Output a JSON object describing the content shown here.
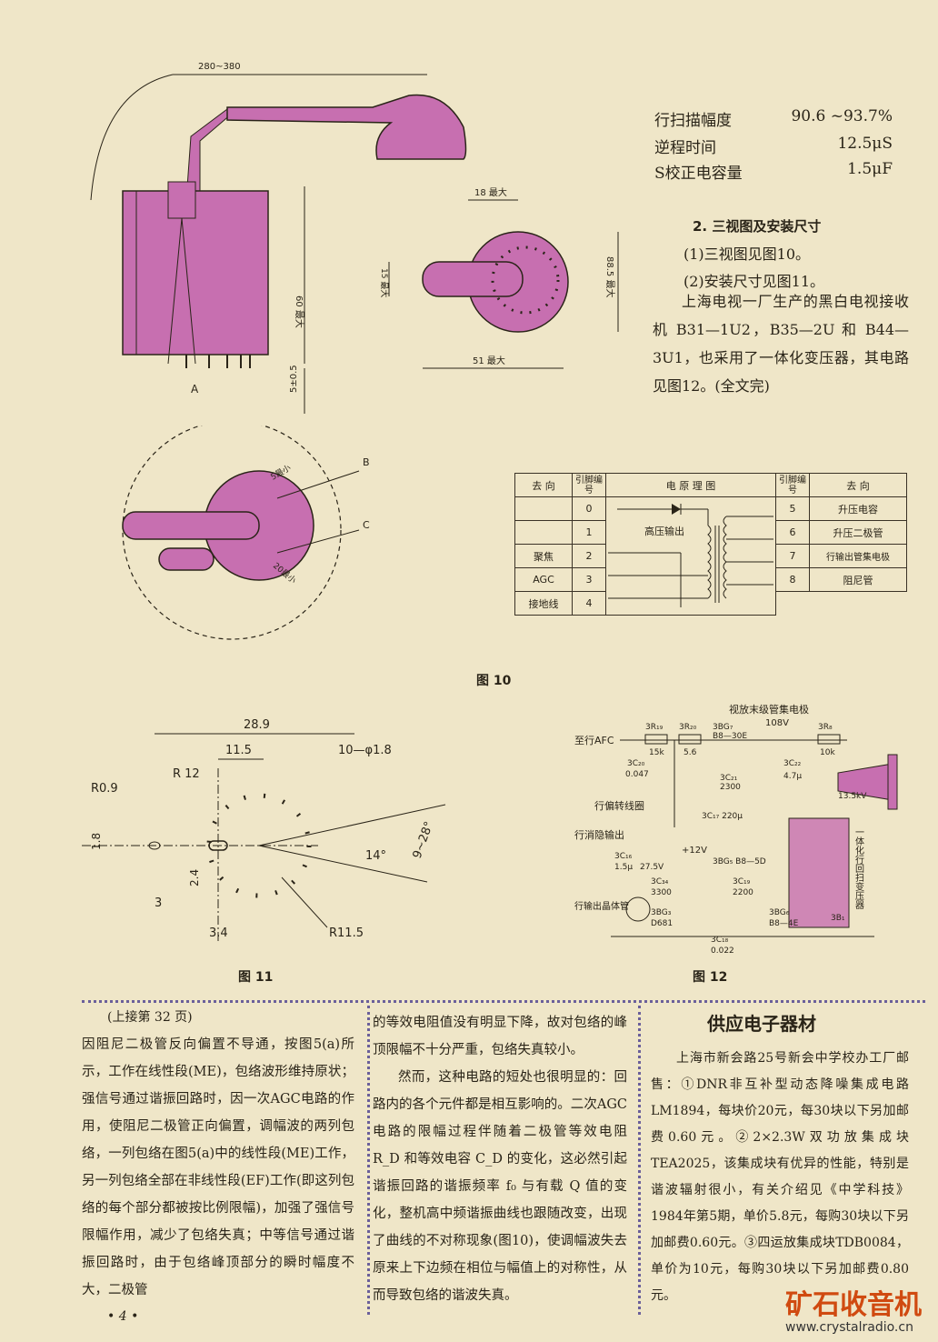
{
  "specs": [
    {
      "label": "行扫描幅度",
      "value": "90.6 ~93.7%"
    },
    {
      "label": "逆程时间",
      "value": "12.5μS"
    },
    {
      "label": "S校正电容量",
      "value": "1.5μF"
    }
  ],
  "section2": {
    "heading": "2. 三视图及安装尺寸",
    "item1": "(1)三视图见图10。",
    "item2": "(2)安装尺寸见图11。",
    "para": "上海电视一厂生产的黑白电视接收机 B31—1U2，B35—2U 和 B44—3U1，也采用了一体化变压器，其电路见图12。(全文完)"
  },
  "fig10": {
    "caption": "图 10",
    "dim_top": "280~380",
    "dim_18": "18 最大",
    "dim_15": "15 最大",
    "dim_60": "60 最大",
    "dim_5": "5±0.5",
    "dim_51": "51 最大",
    "dim_88": "88.5 最大",
    "label_A": "A",
    "label_B": "B",
    "label_C": "C",
    "dim_5max": "5最小",
    "dim_20min": "20最小"
  },
  "pin_table": {
    "h_dir": "去 向",
    "h_pin": "引脚编号",
    "h_circuit": "电 原 理 图",
    "h_pin2": "引脚编号",
    "h_dir2": "去 向",
    "hv_label": "高压输出",
    "rows_left": [
      {
        "dir": "",
        "pin": "0"
      },
      {
        "dir": "",
        "pin": "1"
      },
      {
        "dir": "聚焦",
        "pin": "2"
      },
      {
        "dir": "AGC",
        "pin": "3"
      },
      {
        "dir": "接地线",
        "pin": "4"
      }
    ],
    "rows_right": [
      {
        "pin": "5",
        "dir": "升压电容"
      },
      {
        "pin": "6",
        "dir": "升压二极管"
      },
      {
        "pin": "7",
        "dir": "行输出管集电极"
      },
      {
        "pin": "8",
        "dir": "阻尼管"
      }
    ]
  },
  "fig11": {
    "caption": "图 11",
    "d_28_9": "28.9",
    "d_11_5": "11.5",
    "d_phi": "10—φ1.8",
    "d_r12": "R 12",
    "d_r09": "R0.9",
    "d_1_8": "1.8",
    "d_2_4": "2.4",
    "d_3": "3",
    "d_3_4": "3.4",
    "d_r11_5": "R11.5",
    "d_14": "14°",
    "d_9_28": "9~28°"
  },
  "fig12": {
    "caption": "图 12",
    "top_label": "视放末级管集电极",
    "afc": "至行AFC",
    "r19": "3R₁₉",
    "r19v": "15k",
    "r20": "3R₂₀",
    "r20v": "5.6",
    "bg7": "3BG₇",
    "bg7v": "B8—30E",
    "v108": "108V",
    "r8": "3R₈",
    "r8v": "10k",
    "c20": "3C₂₀",
    "c20v": "0.047",
    "c21": "3C₂₁",
    "c21v": "2300",
    "c22": "3C₂₂",
    "c22v": "4.7μ",
    "defl": "行偏转线圈",
    "blank": "行消隐输出",
    "c17": "3C₁₇ 220μ",
    "v12": "+12V",
    "bg5": "3BG₅ B8—5D",
    "c16": "3C₁₆",
    "c16v": "1.5μ",
    "v27": "27.5V",
    "c34": "3C₃₄",
    "c34v": "3300",
    "c19": "3C₁₉",
    "c19v": "2200",
    "bg3": "3BG₃",
    "bg3v": "D681",
    "bg6": "3BG₆",
    "bg6v": "B8—4E",
    "c18": "3C₁₈",
    "c18v": "0.022",
    "out_tube": "行输出晶体管",
    "v13": "13.5kV",
    "fbt": "一体化行回扫变压器",
    "b1": "3B₁"
  },
  "col1": {
    "cont": "(上接第 32 页)",
    "text": "因阻尼二极管反向偏置不导通，按图5(a)所示，工作在线性段(ME)，包络波形维持原状；强信号通过谐振回路时，因一次AGC电路的作用，使阻尼二极管正向偏置，调幅波的两列包络，一列包络在图5(a)中的线性段(ME)工作，另一列包络全部在非线性段(EF)工作(即这列包络的每个部分都被按比例限幅)，加强了强信号限幅作用，减少了包络失真；中等信号通过谐振回路时，由于包络峰顶部分的瞬时幅度不大，二极管",
    "page": "• 4 •"
  },
  "col2": {
    "text1": "的等效电阻值没有明显下降，故对包络的峰顶限幅不十分严重，包络失真较小。",
    "text2": "然而，这种电路的短处也很明显的：回路内的各个元件都是相互影响的。二次AGC电路的限幅过程伴随着二极管等效电阻 R_D 和等效电容 C_D 的变化，这必然引起谐振回路的谐振频率 f₀ 与有载 Q 值的变化，整机高中频谐振曲线也跟随改变，出现了曲线的不对称现象(图10)，使调幅波失去原来上下边频在相位与幅值上的对称性，从而导致包络的谐波失真。"
  },
  "col3": {
    "title": "供应电子器材",
    "text": "上海市新会路25号新会中学校办工厂邮售：①DNR非互补型动态降噪集成电路LM1894，每块价20元，每30块以下另加邮费0.60元。②2×2.3W双功放集成块TEA2025，该集成块有优异的性能，特别是谐波辐射很小，有关介绍见《中学科技》1984年第5期，单价5.8元，每购30块以下另加邮费0.60元。③四运放集成块TDB0084，单价为10元，每购30块以下另加邮费0.80元。"
  },
  "watermark": {
    "cn": "矿石收音机",
    "url": "www.crystalradio.cn"
  },
  "colors": {
    "paper": "#efe6c8",
    "magenta": "#c76fb0",
    "ink": "#2a2418",
    "dotted": "#6a5f9a"
  }
}
